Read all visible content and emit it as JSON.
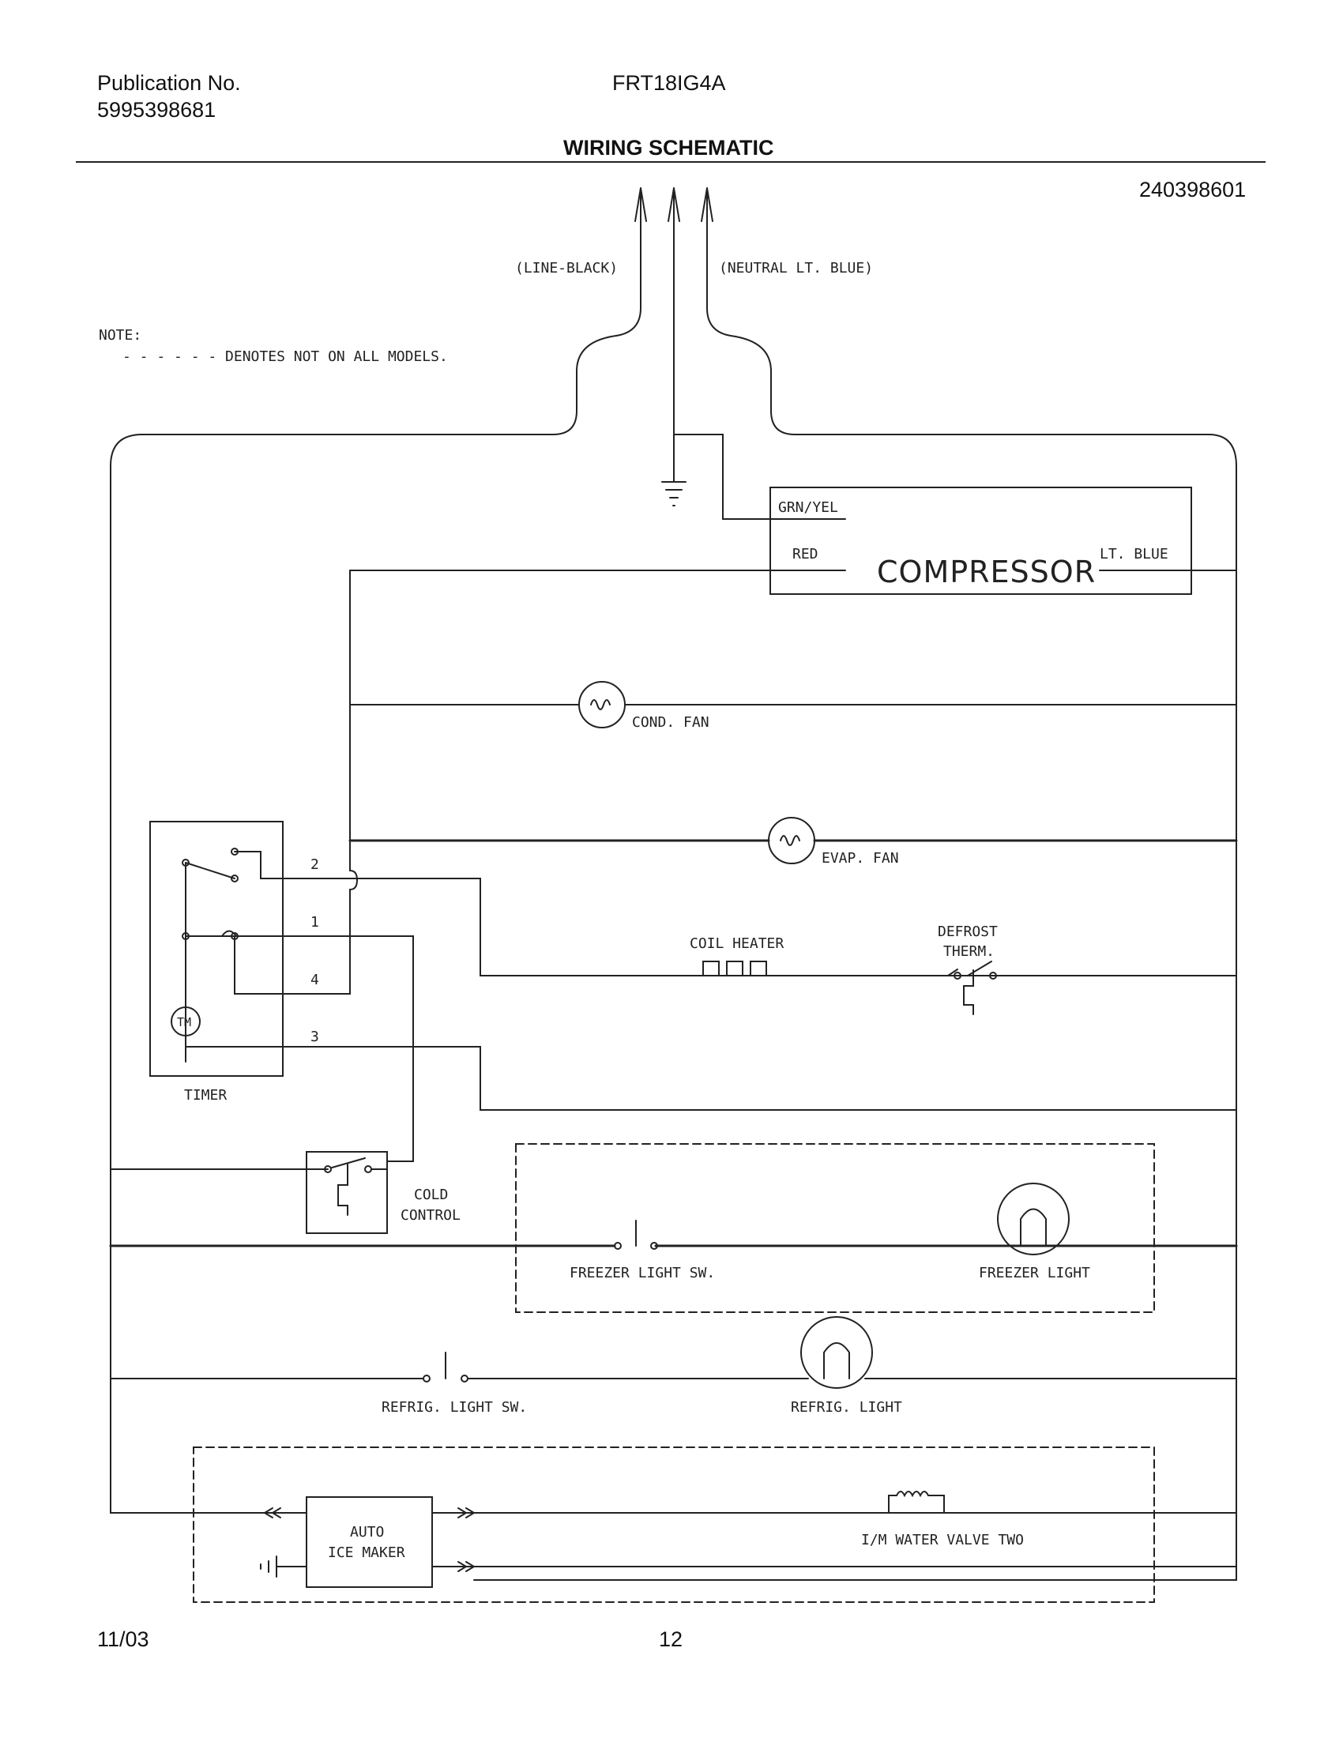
{
  "header": {
    "publication_label": "Publication No.",
    "publication_number": "5995398681",
    "model": "FRT18IG4A",
    "title": "WIRING SCHEMATIC",
    "diagram_number": "240398601"
  },
  "footer": {
    "date": "11/03",
    "page": "12"
  },
  "schematic": {
    "note_title": "NOTE:",
    "note_text": "- - - - - - DENOTES NOT ON ALL MODELS.",
    "line_label": "(LINE-BLACK)",
    "neutral_label": "(NEUTRAL LT. BLUE)",
    "grn_yel": "GRN/YEL",
    "red": "RED",
    "compressor": "COMPRESSOR",
    "lt_blue": "LT. BLUE",
    "cond_fan": "COND. FAN",
    "evap_fan": "EVAP. FAN",
    "coil_heater": "COIL HEATER",
    "defrost_line1": "DEFROST",
    "defrost_line2": "THERM.",
    "timer": "TIMER",
    "tm": "TM",
    "terminal_2": "2",
    "terminal_1": "1",
    "terminal_4": "4",
    "terminal_3": "3",
    "cold_line1": "COLD",
    "cold_line2": "CONTROL",
    "freezer_light_sw": "FREEZER LIGHT SW.",
    "freezer_light": "FREEZER LIGHT",
    "refrig_light_sw": "REFRIG. LIGHT SW.",
    "refrig_light": "REFRIG. LIGHT",
    "ice_line1": "AUTO",
    "ice_line2": "ICE MAKER",
    "water_valve": "I/M WATER VALVE TWO"
  }
}
